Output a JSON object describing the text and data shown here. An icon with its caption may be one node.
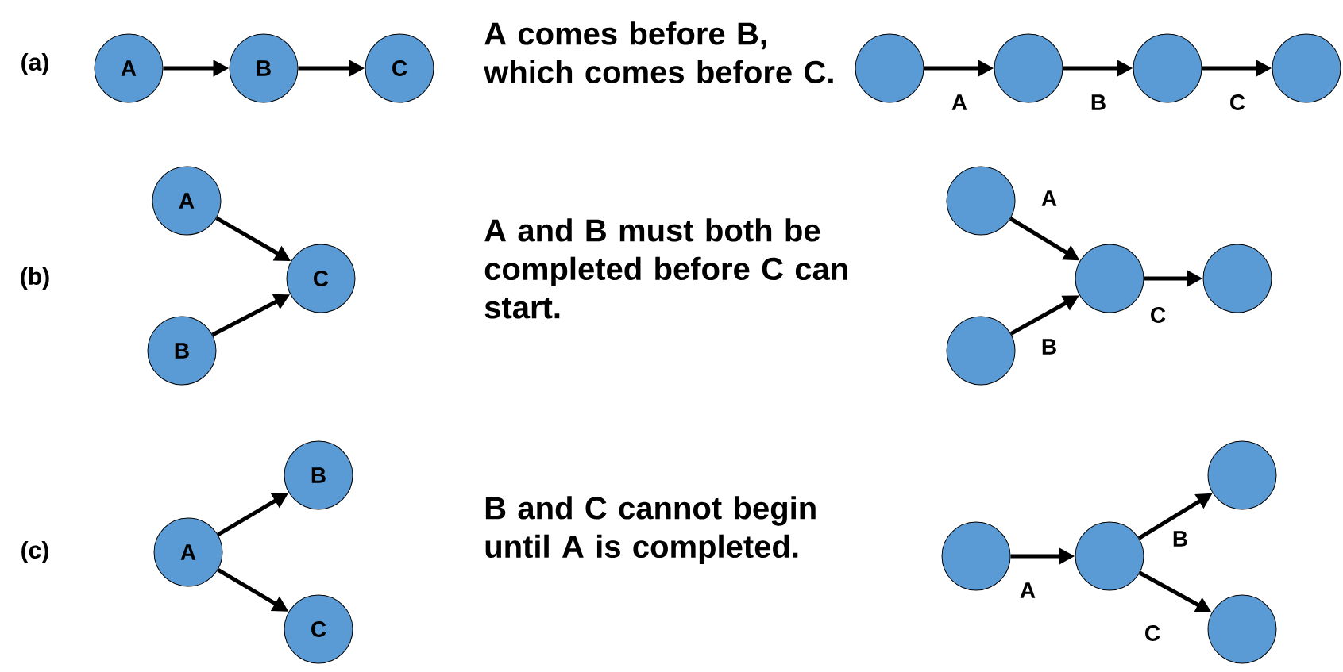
{
  "diagram": {
    "nodes": [
      {
        "text": [
          "A"
        ]
      },
      {
        "text": [
          "B"
        ]
      },
      {
        "text": [
          "C"
        ]
      },
      {
        "text": [],
        "shape": "circle"
      },
      {
        "text": [],
        "shape": "circle"
      },
      {
        "text": [],
        "shape": "circle"
      },
      {
        "text": [],
        "shape": "circle"
      },
      {
        "text": [
          "A"
        ]
      },
      {
        "text": [
          "C"
        ]
      },
      {
        "text": [
          "B"
        ]
      },
      {
        "text": [],
        "shape": "circle"
      },
      {
        "text": [],
        "shape": "circle"
      },
      {
        "text": [],
        "shape": "circle"
      },
      {
        "text": [],
        "shape": "circle"
      },
      {
        "text": [
          "B"
        ]
      },
      {
        "text": [
          "A"
        ]
      },
      {
        "text": [
          "C"
        ]
      },
      {
        "text": [],
        "shape": "circle"
      },
      {
        "text": [],
        "shape": "circle"
      },
      {
        "text": [],
        "shape": "circle"
      },
      {
        "text": [],
        "shape": "circle"
      }
    ],
    "edges": [
      {
        "from": 0,
        "to": 1,
        "arrow": "to"
      },
      {
        "from": 1,
        "to": 2,
        "arrow": "to"
      },
      {
        "from": 3,
        "to": 4,
        "arrow": "to",
        "label": "A"
      },
      {
        "from": 4,
        "to": 5,
        "arrow": "to",
        "label": "B"
      },
      {
        "from": 5,
        "to": 6,
        "arrow": "to",
        "label": "C"
      },
      {
        "from": 7,
        "to": 8,
        "arrow": "to"
      },
      {
        "from": 9,
        "to": 8,
        "arrow": "to"
      },
      {
        "from": 10,
        "to": 11,
        "arrow": "to",
        "label": "A"
      },
      {
        "from": 13,
        "to": 11,
        "arrow": "to",
        "label": "B"
      },
      {
        "from": 11,
        "to": 12,
        "arrow": "to",
        "label": "C"
      },
      {
        "from": 15,
        "to": 14,
        "arrow": "to"
      },
      {
        "from": 15,
        "to": 16,
        "arrow": "to"
      },
      {
        "from": 17,
        "to": 18,
        "arrow": "to",
        "label": "A"
      },
      {
        "from": 18,
        "to": 19,
        "arrow": "to",
        "label": "B"
      },
      {
        "from": 18,
        "to": 20,
        "arrow": "to",
        "label": "C"
      }
    ],
    "labels": [
      "(a)",
      "A comes before B, which comes before C.",
      "(b)",
      "A and B must both be completed before C can start.",
      "(c)",
      "B and C cannot begin until A is completed."
    ]
  }
}
